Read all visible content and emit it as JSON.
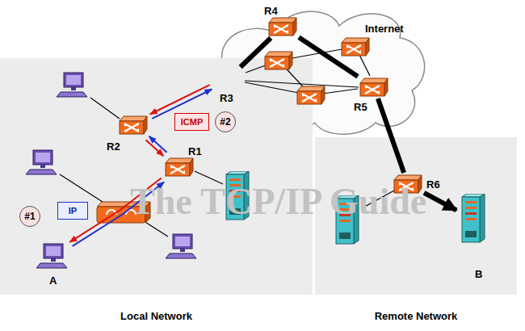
{
  "diagram": {
    "nodes": [
      {
        "text": [
          "Internet"
        ]
      },
      {
        "text": [
          "R4"
        ],
        "in": 0
      },
      {
        "text": [
          "R3"
        ],
        "in": 0
      },
      {
        "text": [
          "R5"
        ],
        "in": 0
      },
      {
        "text": [
          "Local Network"
        ]
      },
      {
        "text": [
          "R2"
        ],
        "in": 4
      },
      {
        "text": [
          "ICMP"
        ],
        "in": 4
      },
      {
        "text": [
          "#2"
        ],
        "in": 4
      },
      {
        "text": [
          "R1"
        ],
        "in": 4
      },
      {
        "text": [
          "#1"
        ],
        "in": 4
      },
      {
        "text": [
          "IP"
        ],
        "in": 4
      },
      {
        "text": [
          "A"
        ],
        "in": 4
      },
      {
        "text": [
          "Remote Network"
        ]
      },
      {
        "text": [
          "R6"
        ],
        "in": 12
      },
      {
        "text": [
          "B"
        ],
        "in": 12
      }
    ],
    "edges": [
      {
        "from": 2,
        "to": 1,
        "arrow": "none"
      },
      {
        "from": 1,
        "to": 3,
        "arrow": "none"
      },
      {
        "from": 3,
        "to": 13,
        "arrow": "none"
      },
      {
        "from": 13,
        "to": 14,
        "arrow": "to"
      },
      {
        "from": 11,
        "to": 8,
        "arrow": "both"
      },
      {
        "from": 8,
        "to": 5,
        "arrow": "both"
      },
      {
        "from": 5,
        "to": 2,
        "arrow": "both"
      }
    ],
    "labels": [
      "The TCP/IP Guide"
    ]
  }
}
